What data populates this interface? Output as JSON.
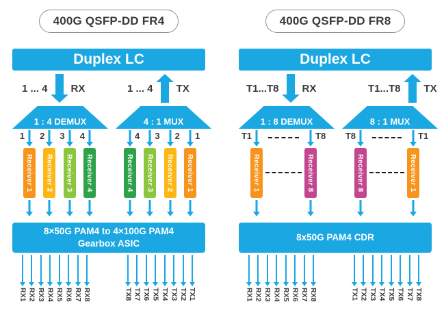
{
  "colors": {
    "blue": "#1AA7E2",
    "ink": "#3A3A3A",
    "border": "#8E8E8E",
    "orange": "#F7941E",
    "yellow": "#FDB714",
    "lightgreen": "#8CC63F",
    "green": "#2EA14B",
    "magenta": "#C3478F"
  },
  "panels": {
    "left": {
      "title": "400G QSFP-DD FR4",
      "duplex_label": "Duplex LC",
      "rx_io": {
        "range": "1 ... 4",
        "dir": "RX"
      },
      "tx_io": {
        "range": "1 ... 4",
        "dir": "TX"
      },
      "demux_label": "1 : 4 DEMUX",
      "mux_label": "4 : 1 MUX",
      "demux_lane_nums": [
        "1",
        "2",
        "3",
        "4"
      ],
      "mux_lane_nums": [
        "4",
        "3",
        "2",
        "1"
      ],
      "demux_bars": [
        {
          "label": "Receiver 1",
          "color": "#F7941E"
        },
        {
          "label": "Receiver 2",
          "color": "#FDB714"
        },
        {
          "label": "Receiver 3",
          "color": "#8CC63F"
        },
        {
          "label": "Receiver 4",
          "color": "#2EA14B"
        }
      ],
      "mux_bars": [
        {
          "label": "Receiver 4",
          "color": "#2EA14B"
        },
        {
          "label": "Receiver 3",
          "color": "#8CC63F"
        },
        {
          "label": "Receiver 2",
          "color": "#FDB714"
        },
        {
          "label": "Receiver 1",
          "color": "#F7941E"
        }
      ],
      "box_line1": "8×50G PAM4 to 4×100G PAM4",
      "box_line2": "Gearbox ASIC",
      "fanout_rx": [
        "RX1",
        "RX2",
        "RX3",
        "RX4",
        "RX5",
        "RX6",
        "RX7",
        "RX8"
      ],
      "fanout_tx": [
        "TX8",
        "TX7",
        "TX6",
        "TX5",
        "TX4",
        "TX3",
        "TX2",
        "TX1"
      ]
    },
    "right": {
      "title": "400G QSFP-DD FR8",
      "duplex_label": "Duplex LC",
      "rx_io": {
        "range": "T1...T8",
        "dir": "RX"
      },
      "tx_io": {
        "range": "T1...T8",
        "dir": "TX"
      },
      "demux_label": "1 : 8 DEMUX",
      "mux_label": "8 : 1 MUX",
      "demux_lane_ends": {
        "left": "T1",
        "right": "T8"
      },
      "mux_lane_ends": {
        "left": "T8",
        "right": "T1"
      },
      "demux_bars": [
        {
          "label": "Receiver 1",
          "color": "#F7941E"
        },
        {
          "label": "Receiver 8",
          "color": "#C3478F"
        }
      ],
      "mux_bars": [
        {
          "label": "Receiver 8",
          "color": "#C3478F"
        },
        {
          "label": "Receiver 1",
          "color": "#F7941E"
        }
      ],
      "box_line1": "8x50G PAM4 CDR",
      "fanout_rx": [
        "RX1",
        "RX2",
        "RX3",
        "RX4",
        "RX5",
        "RX6",
        "RX7",
        "RX8"
      ],
      "fanout_tx": [
        "TX1",
        "TX2",
        "TX3",
        "TX4",
        "TX5",
        "TX6",
        "TX7",
        "TX8"
      ]
    }
  }
}
